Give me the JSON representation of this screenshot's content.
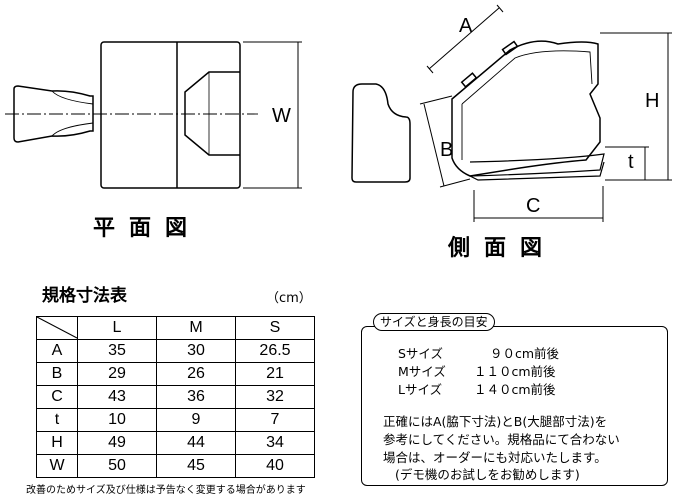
{
  "plan_view": {
    "title": "平面図",
    "dim_w": "W"
  },
  "side_view": {
    "title": "側面図",
    "dim_a": "A",
    "dim_b": "B",
    "dim_c": "C",
    "dim_h": "H",
    "dim_t": "t"
  },
  "size_table": {
    "title": "規格寸法表",
    "unit": "（cm）",
    "columns": [
      "L",
      "M",
      "S"
    ],
    "rows": [
      {
        "label": "A",
        "values": [
          "35",
          "30",
          "26.5"
        ]
      },
      {
        "label": "B",
        "values": [
          "29",
          "26",
          "21"
        ]
      },
      {
        "label": "C",
        "values": [
          "43",
          "36",
          "32"
        ]
      },
      {
        "label": "t",
        "values": [
          "10",
          "9",
          "7"
        ]
      },
      {
        "label": "H",
        "values": [
          "49",
          "44",
          "34"
        ]
      },
      {
        "label": "W",
        "values": [
          "50",
          "45",
          "40"
        ]
      }
    ],
    "footnote": "改善のためサイズ及び仕様は予告なく変更する場合があります"
  },
  "height_guide": {
    "title": "サイズと身長の目安",
    "sizes": [
      {
        "size": "Sサイズ",
        "height": "９０cm前後"
      },
      {
        "size": "Mサイズ",
        "height": "１１０cm前後"
      },
      {
        "size": "Lサイズ",
        "height": "１４０cm前後"
      }
    ],
    "note_lines": [
      "正確にはA(脇下寸法)とB(大腿部寸法)を",
      "参考にしてください。規格品にて合わない",
      "場合は、オーダーにも対応いたします。",
      "(デモ機のお試しをお勧めします)"
    ]
  }
}
